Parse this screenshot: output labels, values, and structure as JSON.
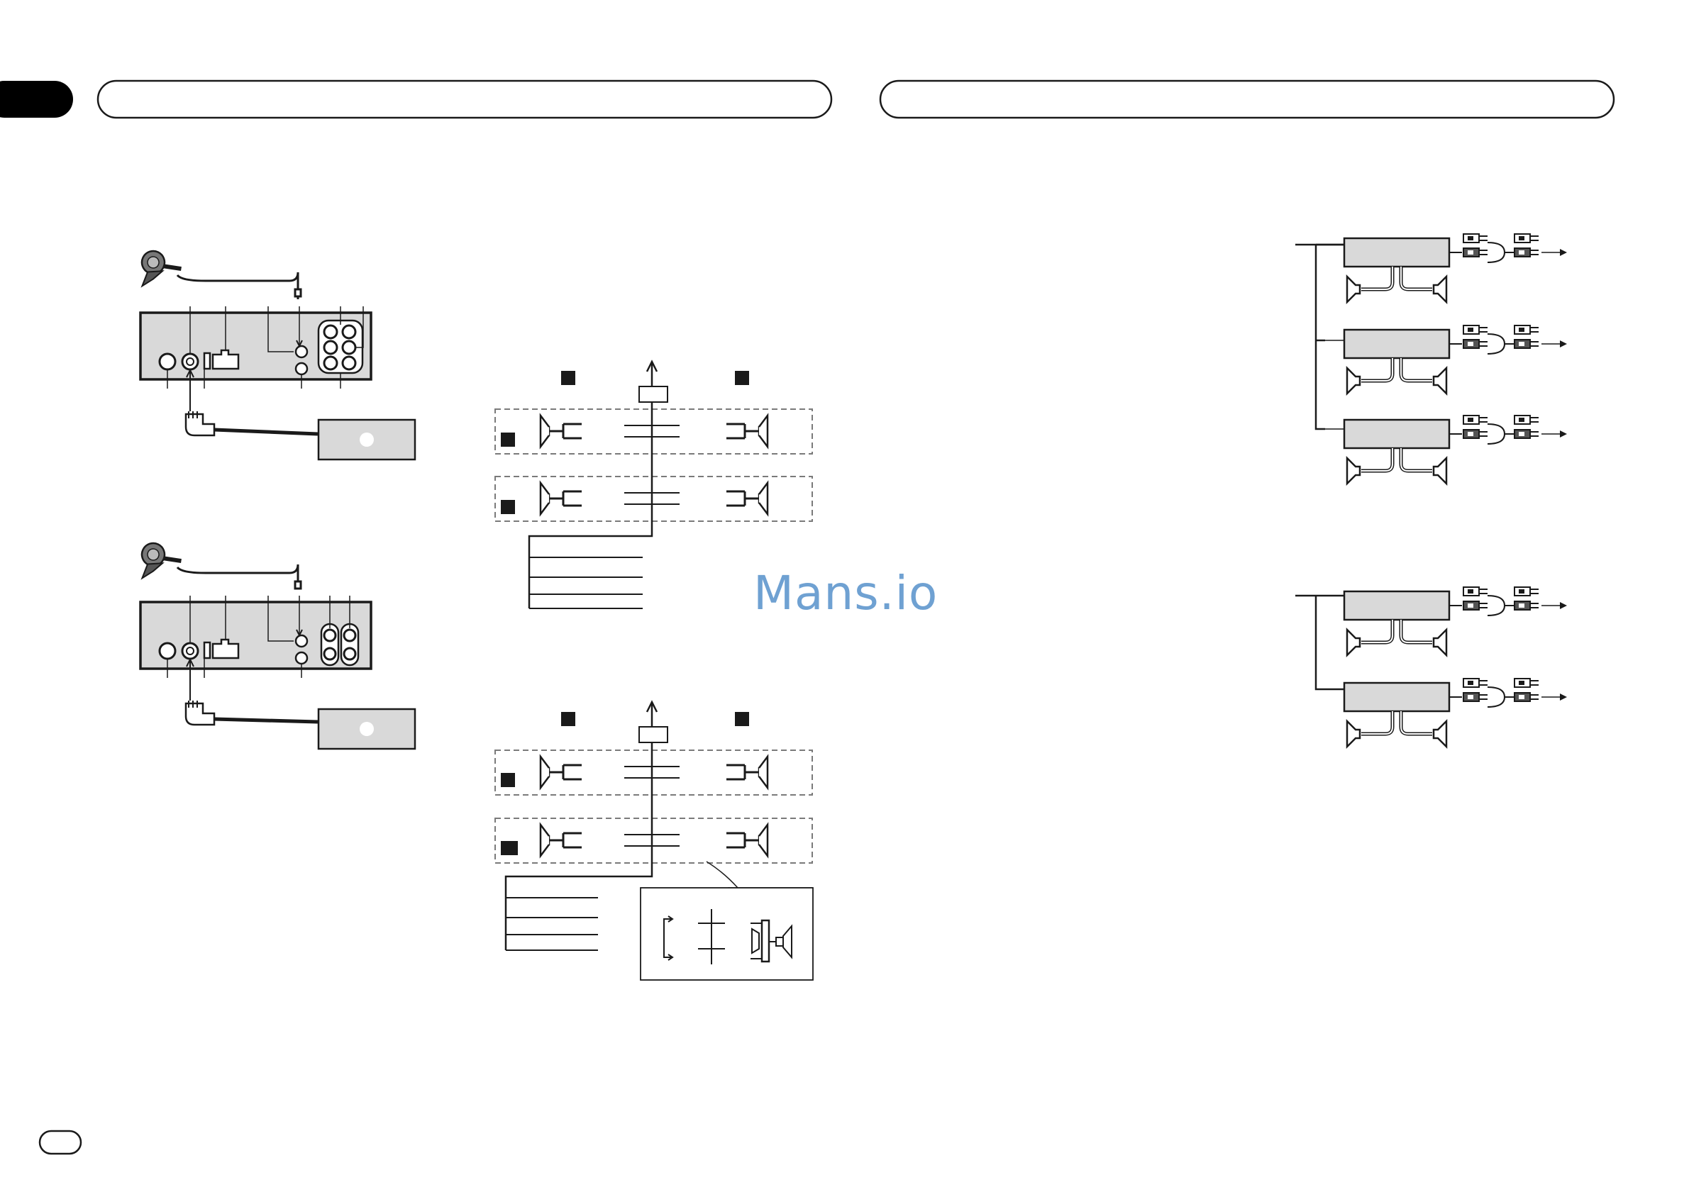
{
  "page": {
    "watermark": "Mans.io",
    "colors": {
      "line": "#1a1a1a",
      "unit_fill": "#d9d9d9",
      "dash": "#7a7a7a",
      "tab_fill": "#000000",
      "watermark": "#6fa1d2"
    },
    "icons": [
      "microphone-icon",
      "head-unit-rear-panel",
      "remote-adapter-box",
      "speaker-icon",
      "amplifier-unit",
      "rca-plug-icon",
      "arrow-icon"
    ]
  }
}
